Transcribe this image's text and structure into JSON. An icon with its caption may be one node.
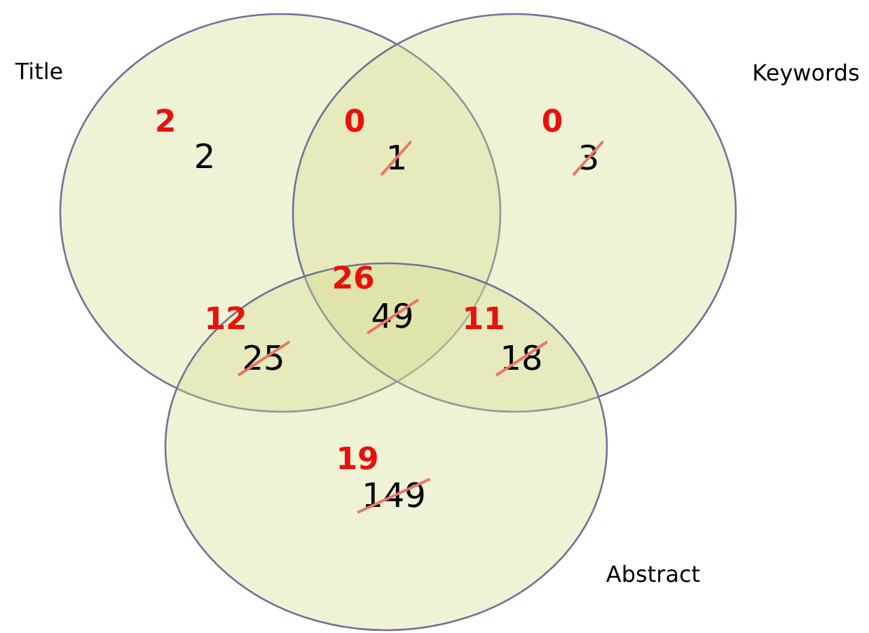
{
  "diagram": {
    "nodes": [
      {
        "text": [
          "Title"
        ]
      },
      {
        "text": [
          "Keywords"
        ]
      },
      {
        "text": [
          "Abstract"
        ]
      }
    ],
    "labels": [
      "2",
      "2",
      "0",
      "1",
      "0",
      "3",
      "26",
      "12",
      "49",
      "11",
      "25",
      "18",
      "19",
      "149"
    ]
  }
}
